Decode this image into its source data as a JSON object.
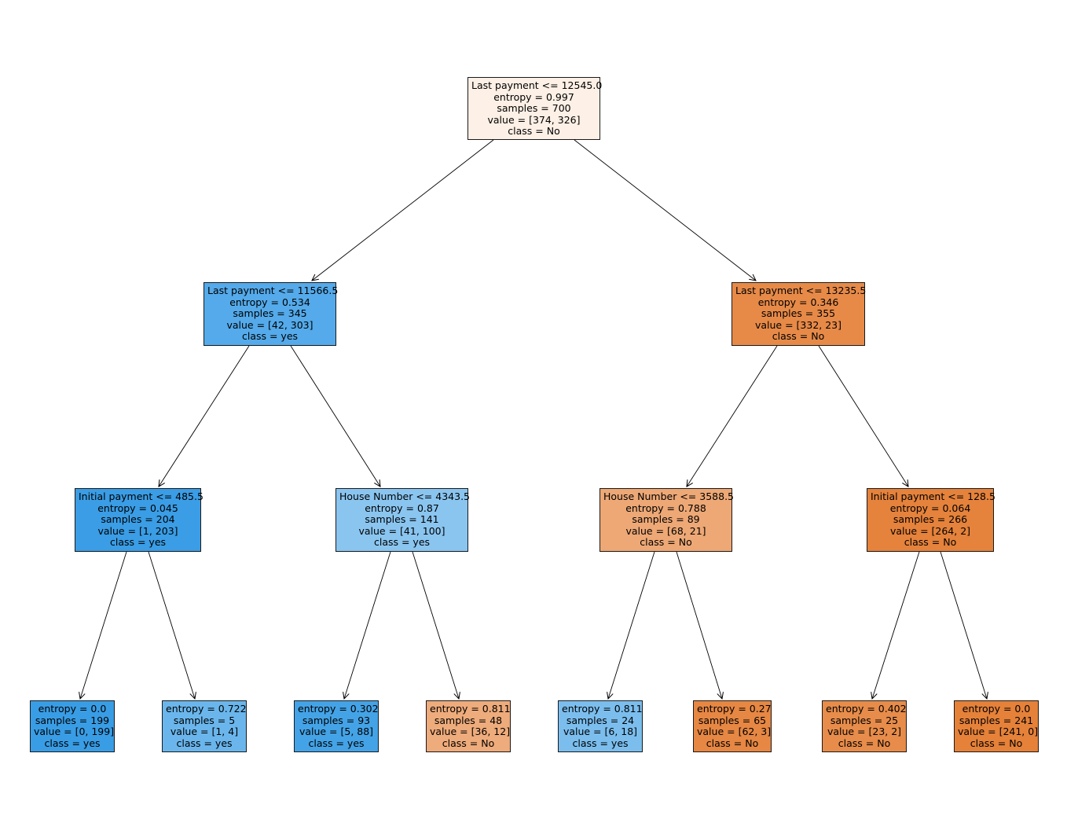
{
  "tree": {
    "nodes": [
      {
        "id": "n0",
        "lines": {
          "split": "Last payment <= 12545.0",
          "entropy": "entropy = 0.997",
          "samples": "samples = 700",
          "value": "value = [374, 326]",
          "class": "class = No"
        },
        "fill": "#fdf0e6"
      },
      {
        "id": "n1",
        "lines": {
          "split": "Last payment <= 11566.5",
          "entropy": "entropy = 0.534",
          "samples": "samples = 345",
          "value": "value = [42, 303]",
          "class": "class = yes"
        },
        "fill": "#54aaea"
      },
      {
        "id": "n2",
        "lines": {
          "split": "Last payment <= 13235.5",
          "entropy": "entropy = 0.346",
          "samples": "samples = 355",
          "value": "value = [332, 23]",
          "class": "class = No"
        },
        "fill": "#e78a48"
      },
      {
        "id": "n3",
        "lines": {
          "split": "Initial payment <= 485.5",
          "entropy": "entropy = 0.045",
          "samples": "samples = 204",
          "value": "value = [1, 203]",
          "class": "class = yes"
        },
        "fill": "#3a9de5"
      },
      {
        "id": "n4",
        "lines": {
          "split": "House Number <= 4343.5",
          "entropy": "entropy = 0.87",
          "samples": "samples = 141",
          "value": "value = [41, 100]",
          "class": "class = yes"
        },
        "fill": "#8ac5f0"
      },
      {
        "id": "n5",
        "lines": {
          "split": "House Number <= 3588.5",
          "entropy": "entropy = 0.788",
          "samples": "samples = 89",
          "value": "value = [68, 21]",
          "class": "class = No"
        },
        "fill": "#eda876"
      },
      {
        "id": "n6",
        "lines": {
          "split": "Initial payment <= 128.5",
          "entropy": "entropy = 0.064",
          "samples": "samples = 266",
          "value": "value = [264, 2]",
          "class": "class = No"
        },
        "fill": "#e5823b"
      },
      {
        "id": "n7",
        "lines": {
          "split": "",
          "entropy": "entropy = 0.0",
          "samples": "samples = 199",
          "value": "value = [0, 199]",
          "class": "class = yes"
        },
        "fill": "#399de5"
      },
      {
        "id": "n8",
        "lines": {
          "split": "",
          "entropy": "entropy = 0.722",
          "samples": "samples = 5",
          "value": "value = [1, 4]",
          "class": "class = yes"
        },
        "fill": "#6ab6ec"
      },
      {
        "id": "n9",
        "lines": {
          "split": "",
          "entropy": "entropy = 0.302",
          "samples": "samples = 93",
          "value": "value = [5, 88]",
          "class": "class = yes"
        },
        "fill": "#44a3e6"
      },
      {
        "id": "n10",
        "lines": {
          "split": "",
          "entropy": "entropy = 0.811",
          "samples": "samples = 48",
          "value": "value = [36, 12]",
          "class": "class = No"
        },
        "fill": "#eeab7b"
      },
      {
        "id": "n11",
        "lines": {
          "split": "",
          "entropy": "entropy = 0.811",
          "samples": "samples = 24",
          "value": "value = [6, 18]",
          "class": "class = yes"
        },
        "fill": "#7bbeee"
      },
      {
        "id": "n12",
        "lines": {
          "split": "",
          "entropy": "entropy = 0.27",
          "samples": "samples = 65",
          "value": "value = [62, 3]",
          "class": "class = No"
        },
        "fill": "#e68743"
      },
      {
        "id": "n13",
        "lines": {
          "split": "",
          "entropy": "entropy = 0.402",
          "samples": "samples = 25",
          "value": "value = [23, 2]",
          "class": "class = No"
        },
        "fill": "#e78c4a"
      },
      {
        "id": "n14",
        "lines": {
          "split": "",
          "entropy": "entropy = 0.0",
          "samples": "samples = 241",
          "value": "value = [241, 0]",
          "class": "class = No"
        },
        "fill": "#e58139"
      }
    ],
    "edges": [
      [
        "n0",
        "n1"
      ],
      [
        "n0",
        "n2"
      ],
      [
        "n1",
        "n3"
      ],
      [
        "n1",
        "n4"
      ],
      [
        "n2",
        "n5"
      ],
      [
        "n2",
        "n6"
      ],
      [
        "n3",
        "n7"
      ],
      [
        "n3",
        "n8"
      ],
      [
        "n4",
        "n9"
      ],
      [
        "n4",
        "n10"
      ],
      [
        "n5",
        "n11"
      ],
      [
        "n5",
        "n12"
      ],
      [
        "n6",
        "n13"
      ],
      [
        "n6",
        "n14"
      ]
    ]
  }
}
